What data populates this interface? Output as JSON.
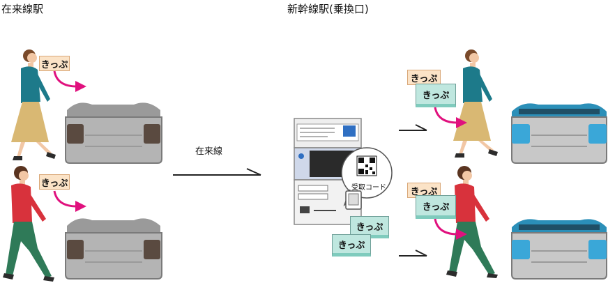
{
  "headings": {
    "conventional": "在来線駅",
    "shinkansen": "新幹線駅(乗換口)"
  },
  "ticket_label": "きっぷ",
  "route_label": "在来線",
  "qr_caption": "受取コード",
  "colors": {
    "ticket_orange": "#fbe3c7",
    "ticket_teal": "#bfe7df",
    "arrow_magenta": "#e0117e",
    "gate_gray": "#8a8a8a",
    "gate_blue": "#3aa7d8"
  }
}
